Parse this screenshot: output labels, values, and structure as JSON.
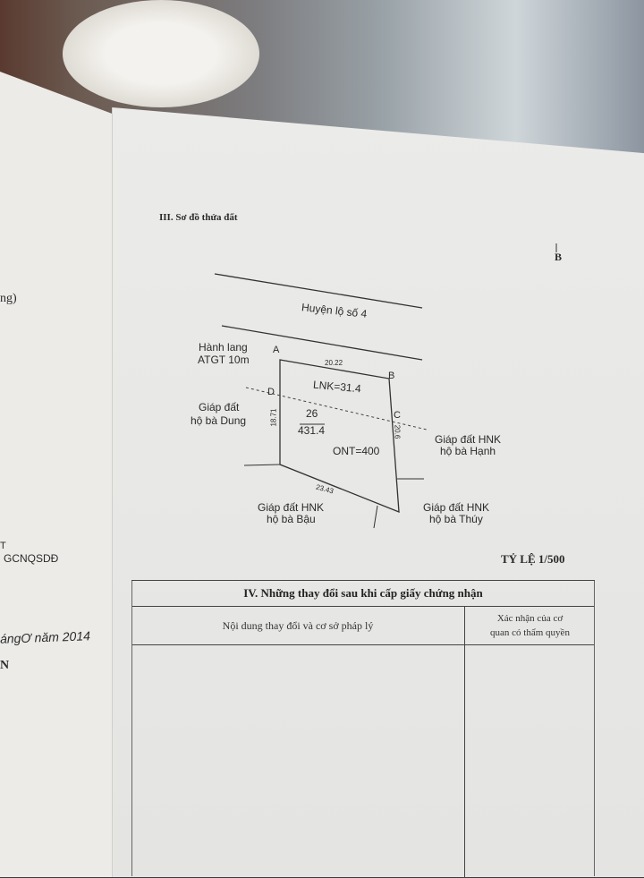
{
  "section3_title": "III. Sơ đồ thửa đất",
  "north_label": "B",
  "road_label": "Huyện lộ số 4",
  "corridor_label_1": "Hành lang",
  "corridor_label_2": "ATGT 10m",
  "points": {
    "a": "A",
    "b": "B",
    "c": "C",
    "d": "D"
  },
  "edges": {
    "ab": "20.22",
    "bc": "20.6",
    "ad": "18.71",
    "bottom": "23.43"
  },
  "lnk": "LNK=31.4",
  "parcel_number": "26",
  "parcel_area": "431.4",
  "ont": "ONT=400",
  "neighbors": {
    "west_1": "Giáp đất",
    "west_2": "hộ bà Dung",
    "east_1": "Giáp đất HNK",
    "east_2": "hộ bà Hạnh",
    "south_1": "Giáp đất HNK",
    "south_2": "hộ bà Bậu",
    "southeast_1": "Giáp đất HNK",
    "southeast_2": "hộ bà Thúy"
  },
  "scale": "TỶ LỆ 1/500",
  "section4": {
    "title": "IV. Những thay đổi sau khi cấp giấy chứng nhận",
    "col1": "Nội dung thay đổi và cơ sở pháp lý",
    "col2_1": "Xác nhận của cơ",
    "col2_2": "quan có thẩm quyền"
  },
  "left_page": {
    "l1": "ng)",
    "l2": "T",
    "l3": "GCNQSDĐ",
    "l4": "ángƠ năm 2014",
    "l5": "N"
  }
}
